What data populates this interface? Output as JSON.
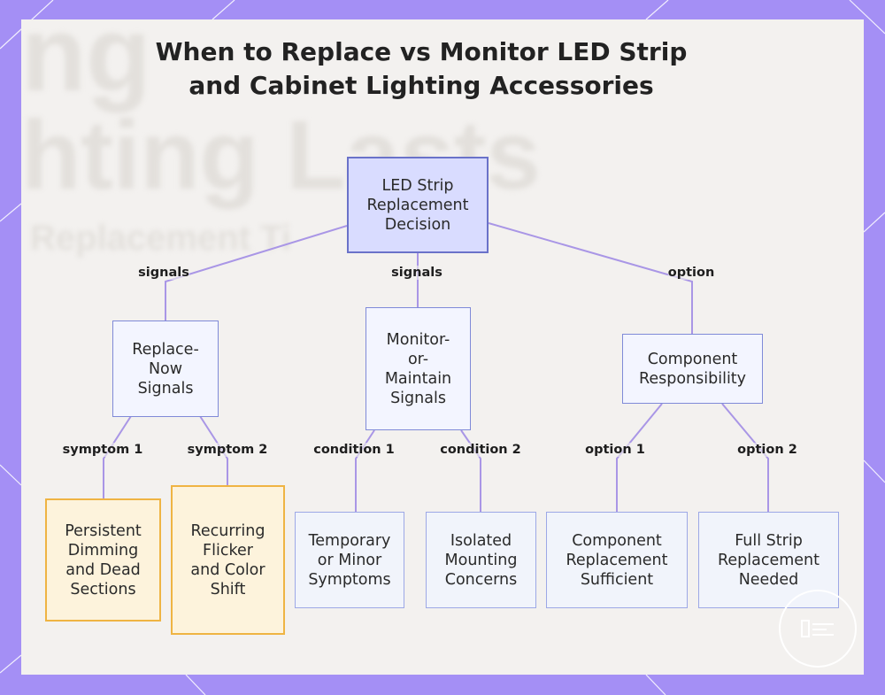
{
  "title_lines": [
    "When to Replace vs Monitor LED Strip",
    "and Cabinet Lighting Accessories"
  ],
  "colors": {
    "frame": "#a48ff5",
    "card": "#f3f1ef",
    "edge": "#a996e6",
    "root_fill": "#d9dcff",
    "warn_border": "#efb443",
    "warn_fill": "#fdf3dc"
  },
  "nodes": {
    "root": "LED Strip Replacement Decision",
    "replace_now": "Replace-Now Signals",
    "monitor": "Monitor-or-Maintain Signals",
    "component": "Component Responsibility",
    "persistent": "Persistent Dimming and Dead Sections",
    "recurring": "Recurring Flicker and Color Shift",
    "temporary": "Temporary or Minor Symptoms",
    "isolated": "Isolated Mounting Concerns",
    "component_sufficient": "Component Replacement Sufficient",
    "full_strip": "Full Strip Replacement Needed"
  },
  "edge_labels": {
    "root_replace": "signals",
    "root_monitor": "signals",
    "root_component": "option",
    "symptom1": "symptom 1",
    "symptom2": "symptom 2",
    "condition1": "condition 1",
    "condition2": "condition 2",
    "option1": "option 1",
    "option2": "option 2"
  },
  "logo_icon": "brand-logo-icon"
}
